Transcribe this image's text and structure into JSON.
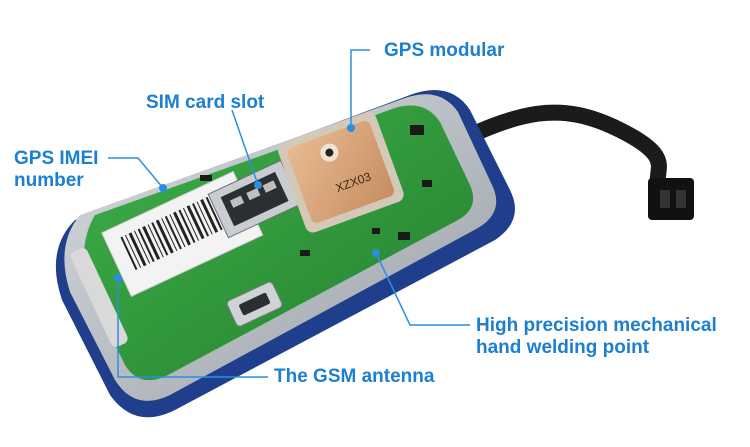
{
  "labels": {
    "gps_modular": "GPS modular",
    "sim_card_slot": "SIM card slot",
    "gps_imei_line1": "GPS IMEI",
    "gps_imei_line2": "number",
    "welding_line1": "High precision mechanical",
    "welding_line2": "hand welding point",
    "gsm_antenna": "The GSM antenna"
  },
  "device_prints": {
    "antenna_code": "XZX03"
  },
  "colors": {
    "label_text": "#1c7fd0",
    "callout_line": "#2a8fe0",
    "pcb_green": "#2f9a3a",
    "case_gray": "#b9bec4",
    "case_blue": "#1f3f8c",
    "antenna_tan": "#d9a57a"
  }
}
